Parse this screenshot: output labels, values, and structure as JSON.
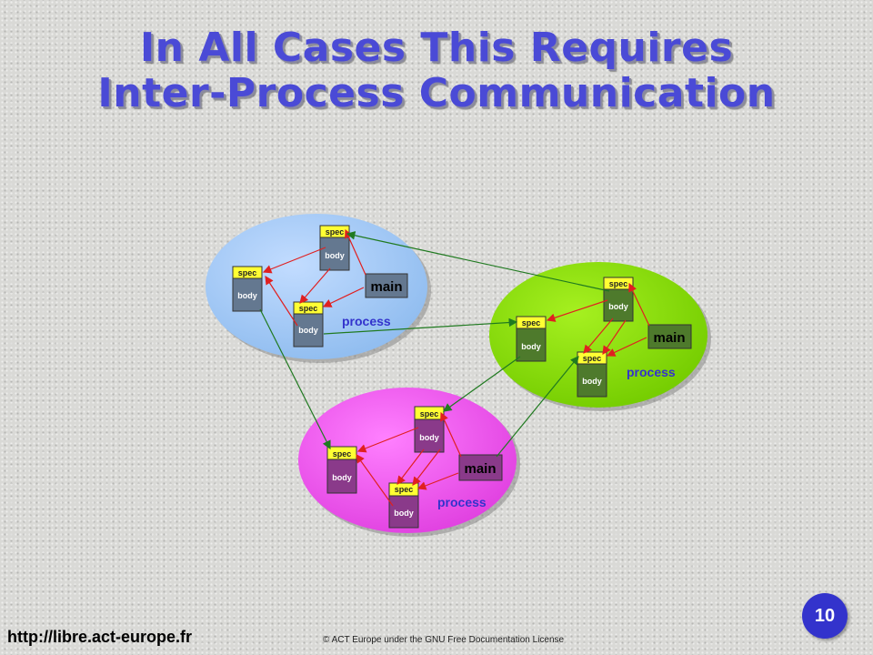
{
  "slide": {
    "title_line1": "In All Cases This Requires",
    "title_line2": "Inter-Process Communication",
    "footer_url": "http://libre.act-europe.fr",
    "footer_copyright": "© ACT Europe under the GNU Free Documentation License",
    "page_number": "10"
  },
  "colors": {
    "title": "#4a4ad6",
    "process_blue": "#a9cdf5",
    "process_green": "#88e000",
    "process_magenta": "#f060f0",
    "spec_fill": "#ffff33",
    "arrow_internal": "#e02020",
    "arrow_ipc": "#208020",
    "label_process": "#3333cc"
  },
  "diagram": {
    "process_label": "process",
    "main_label": "main",
    "spec_label": "spec",
    "body_label": "body"
  }
}
